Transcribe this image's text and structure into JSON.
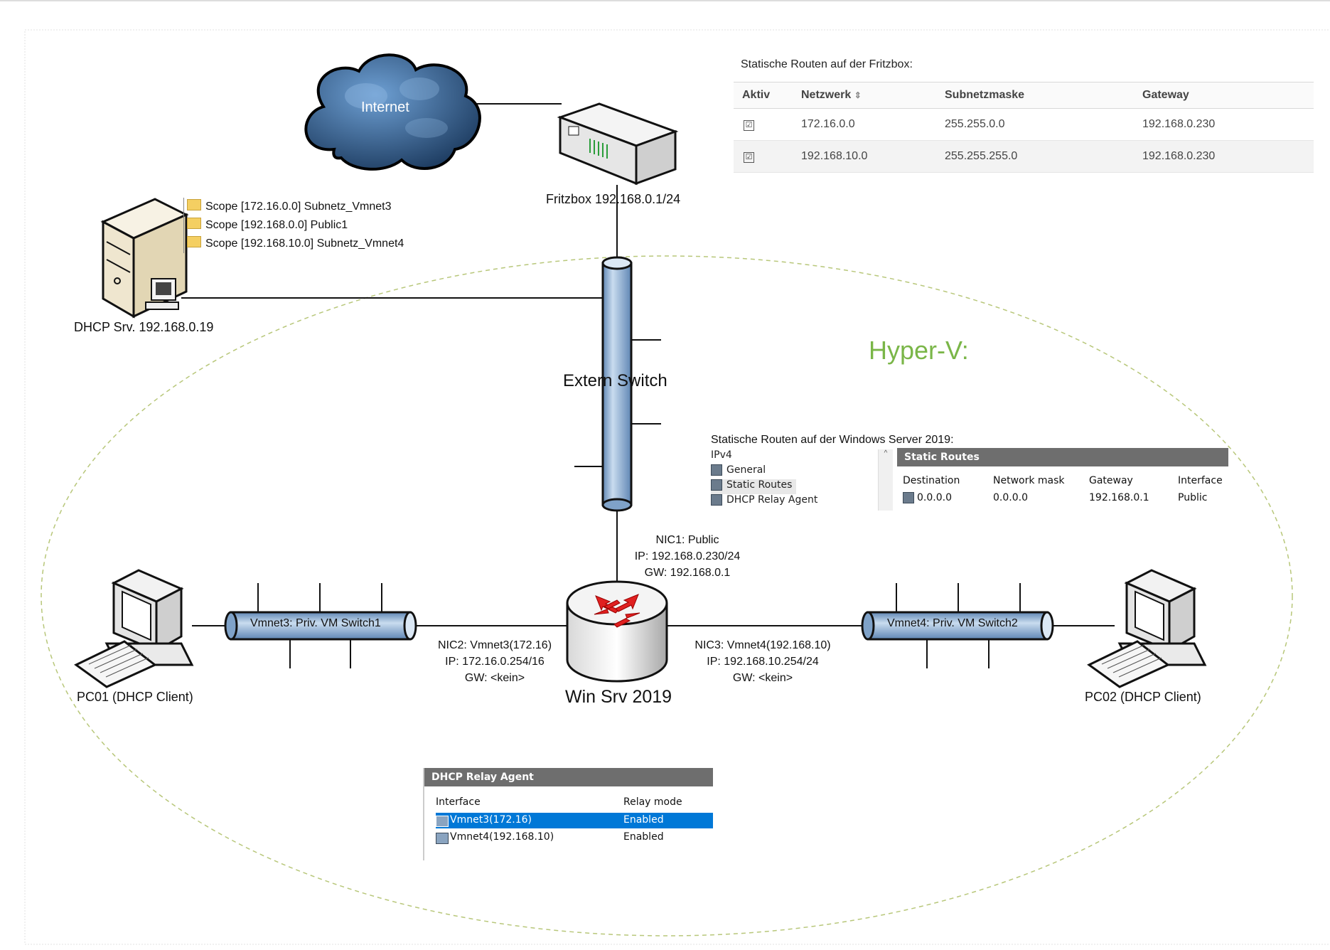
{
  "nodes": {
    "internet": "Internet",
    "fritzbox": "Fritzbox 192.168.0.1/24",
    "dhcp_server": "DHCP Srv. 192.168.0.19",
    "extern_switch": "Extern Switch",
    "hyperv": "Hyper-V:",
    "win_srv": "Win Srv 2019",
    "pc01": "PC01 (DHCP Client)",
    "pc02": "PC02 (DHCP Client)",
    "vmnet3_switch": "Vmnet3: Priv. VM Switch1",
    "vmnet4_switch": "Vmnet4: Priv. VM Switch2"
  },
  "nics": {
    "nic1": [
      "NIC1: Public",
      "IP: 192.168.0.230/24",
      "GW: 192.168.0.1"
    ],
    "nic2": [
      "NIC2: Vmnet3(172.16)",
      "IP: 172.16.0.254/16",
      "GW: <kein>"
    ],
    "nic3": [
      "NIC3: Vmnet4(192.168.10)",
      "IP: 192.168.10.254/24",
      "GW: <kein>"
    ]
  },
  "dhcp_scopes": [
    "Scope [172.16.0.0] Subnetz_Vmnet3",
    "Scope [192.168.0.0] Public1",
    "Scope [192.168.10.0] Subnetz_Vmnet4"
  ],
  "fritz_routes": {
    "title": "Statische Routen auf der Fritzbox:",
    "headers": [
      "Aktiv",
      "Netzwerk",
      "Subnetzmaske",
      "Gateway"
    ],
    "sort_icon": "sort-arrows-icon",
    "rows": [
      {
        "active": "☑",
        "network": "172.16.0.0",
        "mask": "255.255.0.0",
        "gateway": "192.168.0.230"
      },
      {
        "active": "☑",
        "network": "192.168.10.0",
        "mask": "255.255.255.0",
        "gateway": "192.168.0.230"
      }
    ]
  },
  "win_routes": {
    "title": "Statische Routen auf der Windows Server 2019:",
    "tree": [
      "IPv4",
      "General",
      "Static Routes",
      "DHCP Relay Agent"
    ],
    "panel_title": "Static Routes",
    "headers": [
      "Destination",
      "Network mask",
      "Gateway",
      "Interface"
    ],
    "row": {
      "destination": "0.0.0.0",
      "mask": "0.0.0.0",
      "gateway": "192.168.0.1",
      "interface": "Public"
    }
  },
  "relay": {
    "title": "DHCP Relay Agent",
    "headers": [
      "Interface",
      "Relay mode"
    ],
    "rows": [
      {
        "iface": "Vmnet3(172.16)",
        "mode": "Enabled",
        "selected": true
      },
      {
        "iface": "Vmnet4(192.168.10)",
        "mode": "Enabled",
        "selected": false
      }
    ]
  },
  "colors": {
    "hyperv_accent": "#7ab648",
    "pipe_fill": "#a9c6e3",
    "selection": "#0078d7",
    "router_arrows": "#e02020"
  }
}
